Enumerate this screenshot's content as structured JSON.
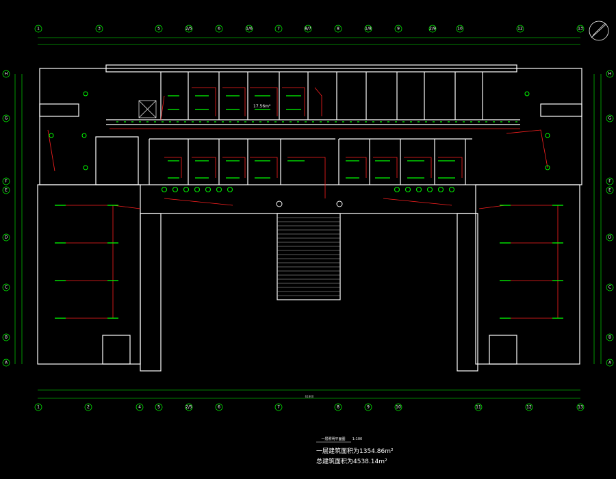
{
  "colors": {
    "background": "#000000",
    "wall": "#ffffff",
    "dimension_line": "#00ff00",
    "circuit": "#ff2020",
    "fixture": "#00ff00"
  },
  "icons": {
    "north_arrow": "north-arrow-icon",
    "axis_bubble": "axis-bubble-icon",
    "light_fixture": "light-fixture-icon"
  },
  "grid_axes": {
    "top": [
      "1",
      "3",
      "5",
      "2/5",
      "6",
      "1/6",
      "7",
      "8/7",
      "8",
      "1/8",
      "9",
      "2/9",
      "10",
      "12",
      "13"
    ],
    "bottom": [
      "1",
      "2",
      "4",
      "5",
      "2/5",
      "6",
      "7",
      "8",
      "9",
      "10",
      "11",
      "12",
      "13"
    ],
    "left": [
      "H",
      "G",
      "F",
      "E",
      "D",
      "C",
      "B",
      "A"
    ],
    "right": [
      "H",
      "G",
      "F",
      "E",
      "D",
      "C",
      "B",
      "A"
    ]
  },
  "labels": {
    "room_area": "17.56m²",
    "dimension_total": "61800",
    "drawing_title": "一层照明平面图",
    "drawing_scale": "1:100",
    "building_area_line1": "一层建筑面积为1354.86m²",
    "building_area_line2": "总建筑面积为4538.14m²"
  }
}
